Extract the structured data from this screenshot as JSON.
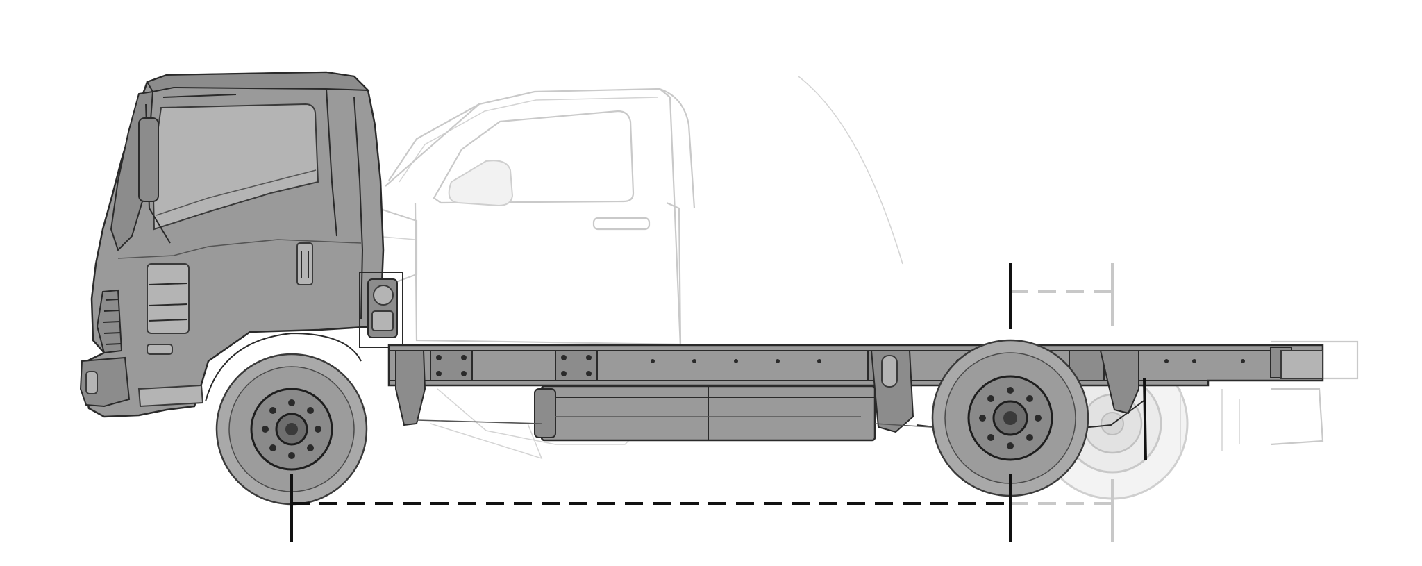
{
  "diagram": {
    "kind": "truck-chassis-side-profile",
    "views": [
      "cab-over-chassis-cab",
      "conventional-pickup-overlay"
    ],
    "colors": {
      "background": "#ffffff",
      "primary_body": "#9a9a9a",
      "primary_outline": "#2a2a2a",
      "ghost_outline": "#c9c9c9",
      "dimension_line": "#111111",
      "ghost_dimension": "#c8c8c8"
    },
    "icons": [
      "front-wheel-icon",
      "rear-wheel-icon",
      "ghost-rear-wheel-icon"
    ]
  }
}
